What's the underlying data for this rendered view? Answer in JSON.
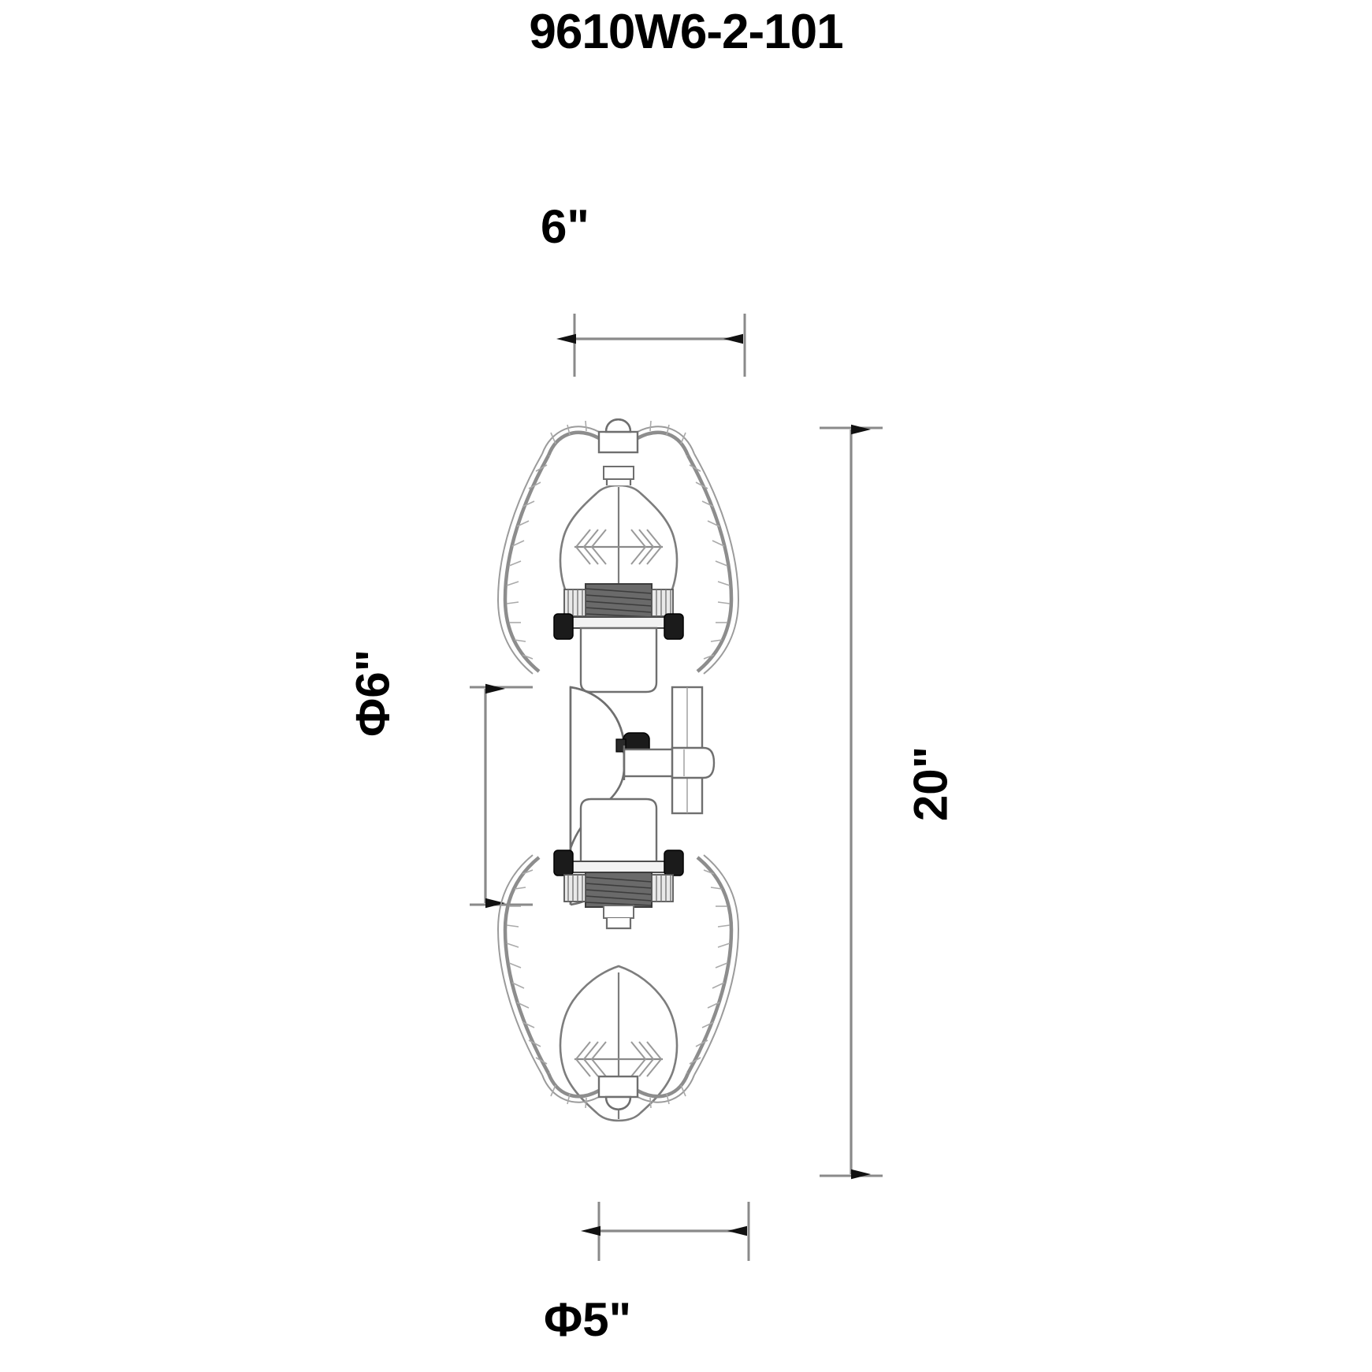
{
  "document": {
    "type": "technical-drawing",
    "title": "9610W6-2-101",
    "background_color": "#ffffff",
    "line_color": "#808080",
    "text_color": "#000000"
  },
  "product": {
    "name": "9610W6-2-101",
    "description": "Two-light wall sconce with caged Edison bulbs",
    "lights": 2
  },
  "dimensions": {
    "top": {
      "label": "6\"",
      "value": 6,
      "unit": "in",
      "axis": "horizontal",
      "describes": "overall width"
    },
    "right": {
      "label": "20\"",
      "value": 20,
      "unit": "in",
      "axis": "vertical",
      "describes": "overall height"
    },
    "left": {
      "label": "Φ6\"",
      "value": 6,
      "unit": "in",
      "axis": "vertical",
      "describes": "backplate diameter"
    },
    "bottom": {
      "label": "Φ5\"",
      "value": 5,
      "unit": "in",
      "axis": "horizontal",
      "describes": "cage diameter"
    }
  }
}
